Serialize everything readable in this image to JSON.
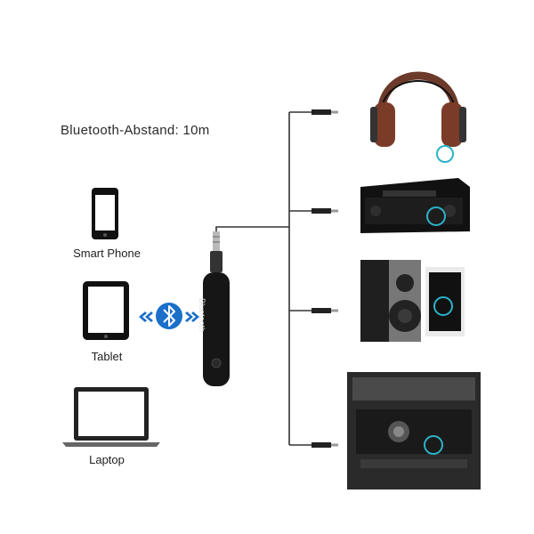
{
  "title": "Bluetooth-Abstand: 10m",
  "sources": [
    {
      "label": "Smart Phone",
      "icon": "smartphone-icon"
    },
    {
      "label": "Tablet",
      "icon": "tablet-icon"
    },
    {
      "label": "Laptop",
      "icon": "laptop-icon"
    }
  ],
  "receiver": {
    "brand_text": "Bluetooth",
    "icon": "bluetooth-receiver-icon"
  },
  "bluetooth_symbol": {
    "icon": "bluetooth-icon",
    "color": "#1a6fc9"
  },
  "outputs": [
    {
      "icon": "headphones-icon"
    },
    {
      "icon": "av-receiver-icon"
    },
    {
      "icon": "speaker-icon"
    },
    {
      "icon": "car-stereo-icon"
    }
  ],
  "highlight_color": "#2bb3c8"
}
